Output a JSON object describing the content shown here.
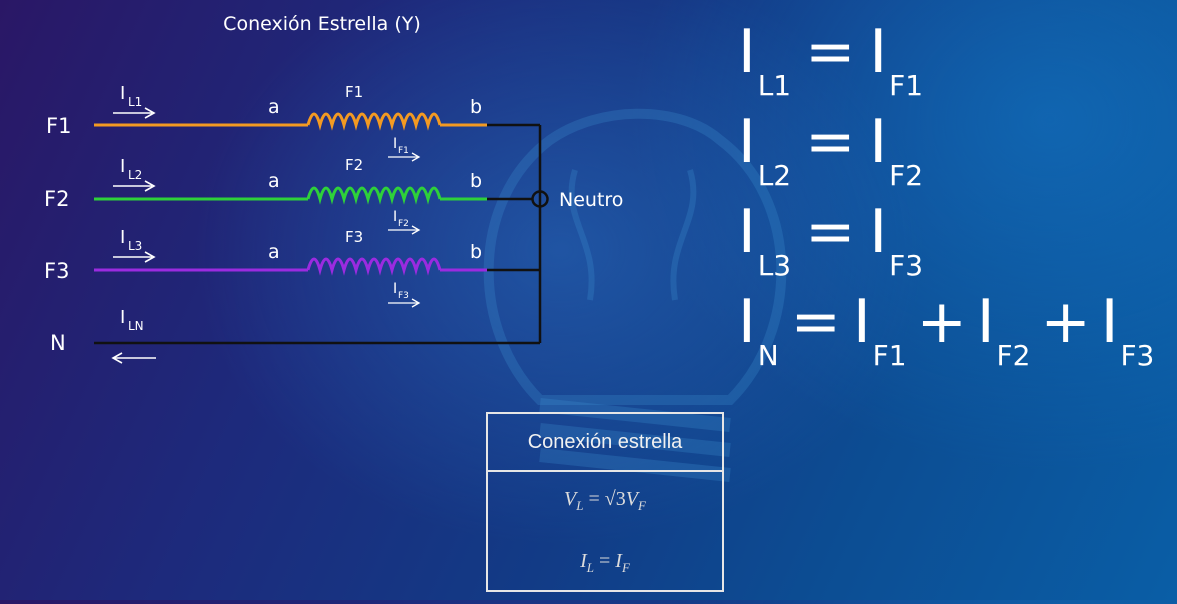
{
  "title": "Conexión Estrella (Y)",
  "lines": [
    {
      "name": "F1",
      "current": "I",
      "current_sub": "L1",
      "coil": "F1",
      "start": "a",
      "end": "b",
      "phase_current": "I",
      "phase_sub": "F1",
      "color": "#f39a22"
    },
    {
      "name": "F2",
      "current": "I",
      "current_sub": "L2",
      "coil": "F2",
      "start": "a",
      "end": "b",
      "phase_current": "I",
      "phase_sub": "F2",
      "color": "#2ed13a"
    },
    {
      "name": "F3",
      "current": "I",
      "current_sub": "L3",
      "coil": "F3",
      "start": "a",
      "end": "b",
      "phase_current": "I",
      "phase_sub": "F3",
      "color": "#9b2be0"
    }
  ],
  "neutral": {
    "name": "N",
    "current": "I",
    "current_sub": "LN",
    "label": "Neutro"
  },
  "equations": {
    "eq1": {
      "lhs": "I",
      "lhs_sub": "L1",
      "op": "=",
      "rhs": "I",
      "rhs_sub": "F1"
    },
    "eq2": {
      "lhs": "I",
      "lhs_sub": "L2",
      "op": "=",
      "rhs": "I",
      "rhs_sub": "F2"
    },
    "eq3": {
      "lhs": "I",
      "lhs_sub": "L3",
      "op": "=",
      "rhs": "I",
      "rhs_sub": "F3"
    },
    "eq4": {
      "lhs": "I",
      "lhs_sub": "N",
      "op": "=",
      "t1": "I",
      "t1_sub": "F1",
      "plus1": "+",
      "t2": "I",
      "t2_sub": "F2",
      "plus2": "+",
      "t3": "I",
      "t3_sub": "F3"
    }
  },
  "table": {
    "header": "Conexión estrella",
    "f1": {
      "lhs": "V",
      "lhs_sub": "L",
      "eq": " = √3",
      "rhs": "V",
      "rhs_sub": "F"
    },
    "f2": {
      "lhs": "I",
      "lhs_sub": "L",
      "eq": " = ",
      "rhs": "I",
      "rhs_sub": "F"
    }
  }
}
